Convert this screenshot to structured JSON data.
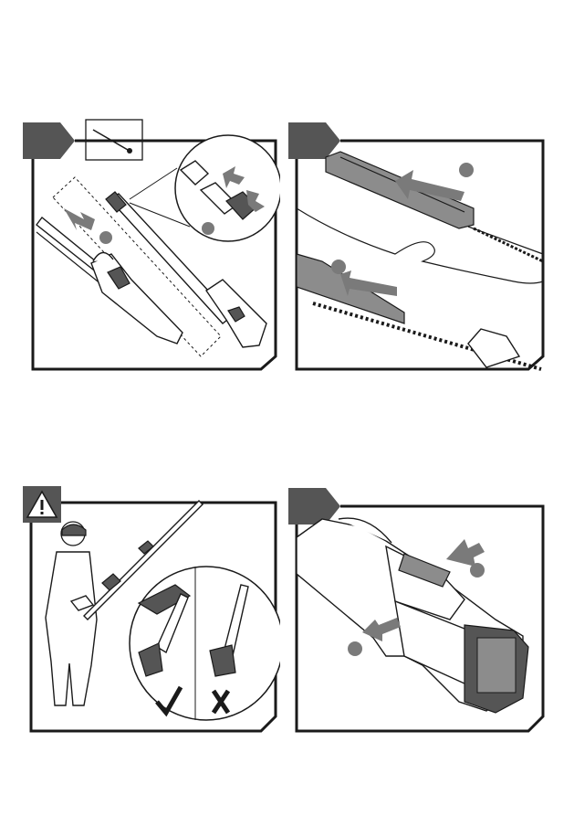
{
  "colors": {
    "frame": "#1a1a1a",
    "step_tab": "#555555",
    "arrow": "#7a7a7a",
    "warning_tab": "#555555"
  },
  "panels": [
    {
      "id": "panel-1",
      "icon": "step-tab"
    },
    {
      "id": "panel-2",
      "icon": "step-tab"
    },
    {
      "id": "panel-3",
      "icon": "warning-triangle-icon"
    },
    {
      "id": "panel-4",
      "icon": "step-tab"
    }
  ],
  "marks": {
    "correct": "check-icon",
    "incorrect": "cross-icon"
  }
}
